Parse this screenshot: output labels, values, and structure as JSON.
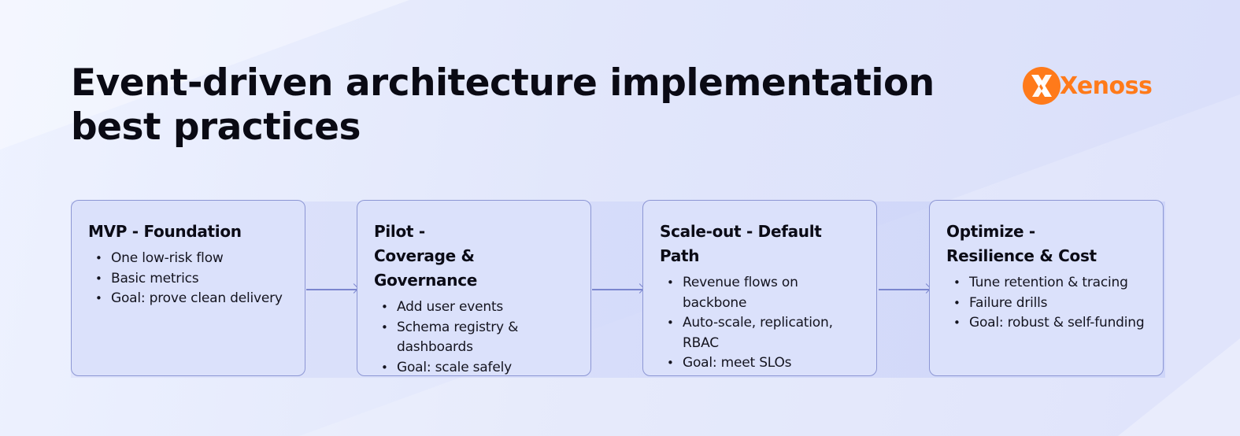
{
  "title": "Event-driven architecture implementation best practices",
  "logo": {
    "text": "Xenoss",
    "icon": "xenoss-logo-icon",
    "color": "#ff7a1a"
  },
  "stages": [
    {
      "title_lines": [
        "MVP - Foundation"
      ],
      "bullets": [
        "One low-risk flow",
        "Basic metrics",
        "Goal: prove clean delivery"
      ]
    },
    {
      "title_lines": [
        "Pilot -",
        "Coverage & Governance"
      ],
      "bullets": [
        "Add user events",
        "Schema registry & dashboards",
        "Goal: scale safely"
      ]
    },
    {
      "title_lines": [
        "Scale-out - Default Path"
      ],
      "bullets": [
        "Revenue flows on backbone",
        "Auto-scale, replication, RBAC",
        "Goal: meet SLOs"
      ]
    },
    {
      "title_lines": [
        "Optimize -",
        "Resilience & Cost"
      ],
      "bullets": [
        "Tune retention & tracing",
        "Failure drills",
        "Goal: robust & self-funding"
      ]
    }
  ],
  "colors": {
    "card_border": "#8c96d4",
    "connector": "#7b86cf",
    "background": "#e2e7fb"
  }
}
